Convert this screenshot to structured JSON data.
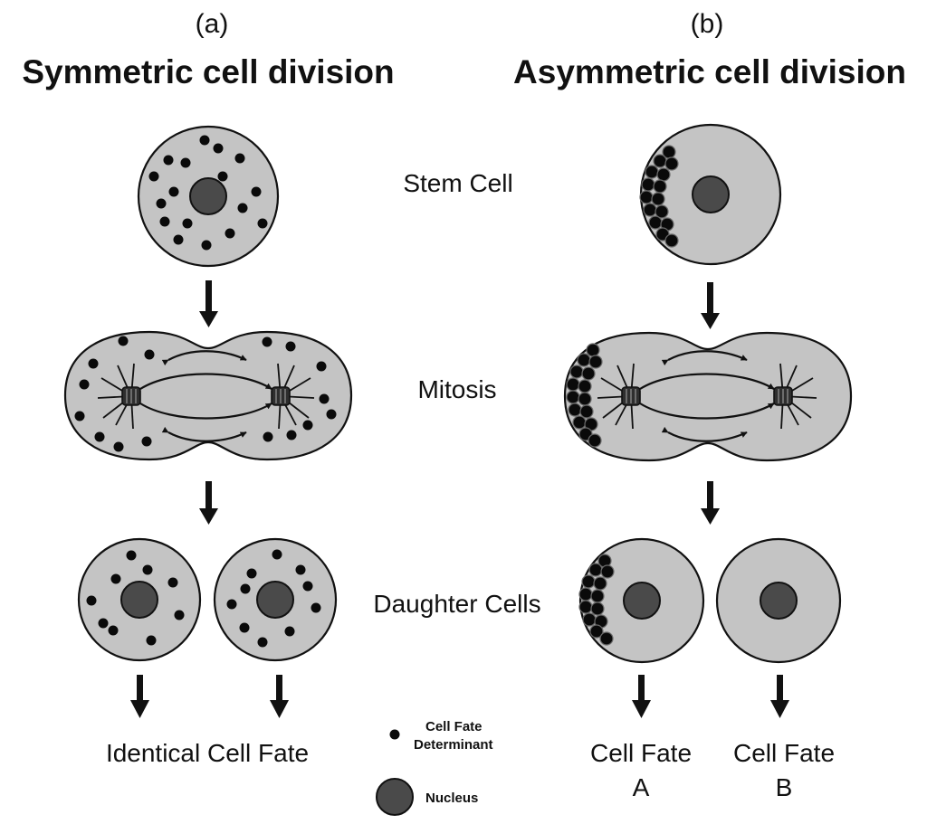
{
  "panels": {
    "a": {
      "letter": "(a)",
      "title": "Symmetric cell division"
    },
    "b": {
      "letter": "(b)",
      "title": "Asymmetric cell division"
    }
  },
  "stages": {
    "stem": "Stem Cell",
    "mitosis": "Mitosis",
    "daughter": "Daughter Cells"
  },
  "fates": {
    "identical": "Identical Cell Fate",
    "a_line1": "Cell Fate",
    "a_line2": "A",
    "b_line1": "Cell Fate",
    "b_line2": "B"
  },
  "legend": {
    "determinant_line1": "Cell Fate",
    "determinant_line2": "Determinant",
    "nucleus": "Nucleus"
  },
  "colors": {
    "cytoplasm": "#c4c4c4",
    "nucleus": "#4a4a4a",
    "determinant": "#0a0a0a",
    "outline": "#111111"
  }
}
